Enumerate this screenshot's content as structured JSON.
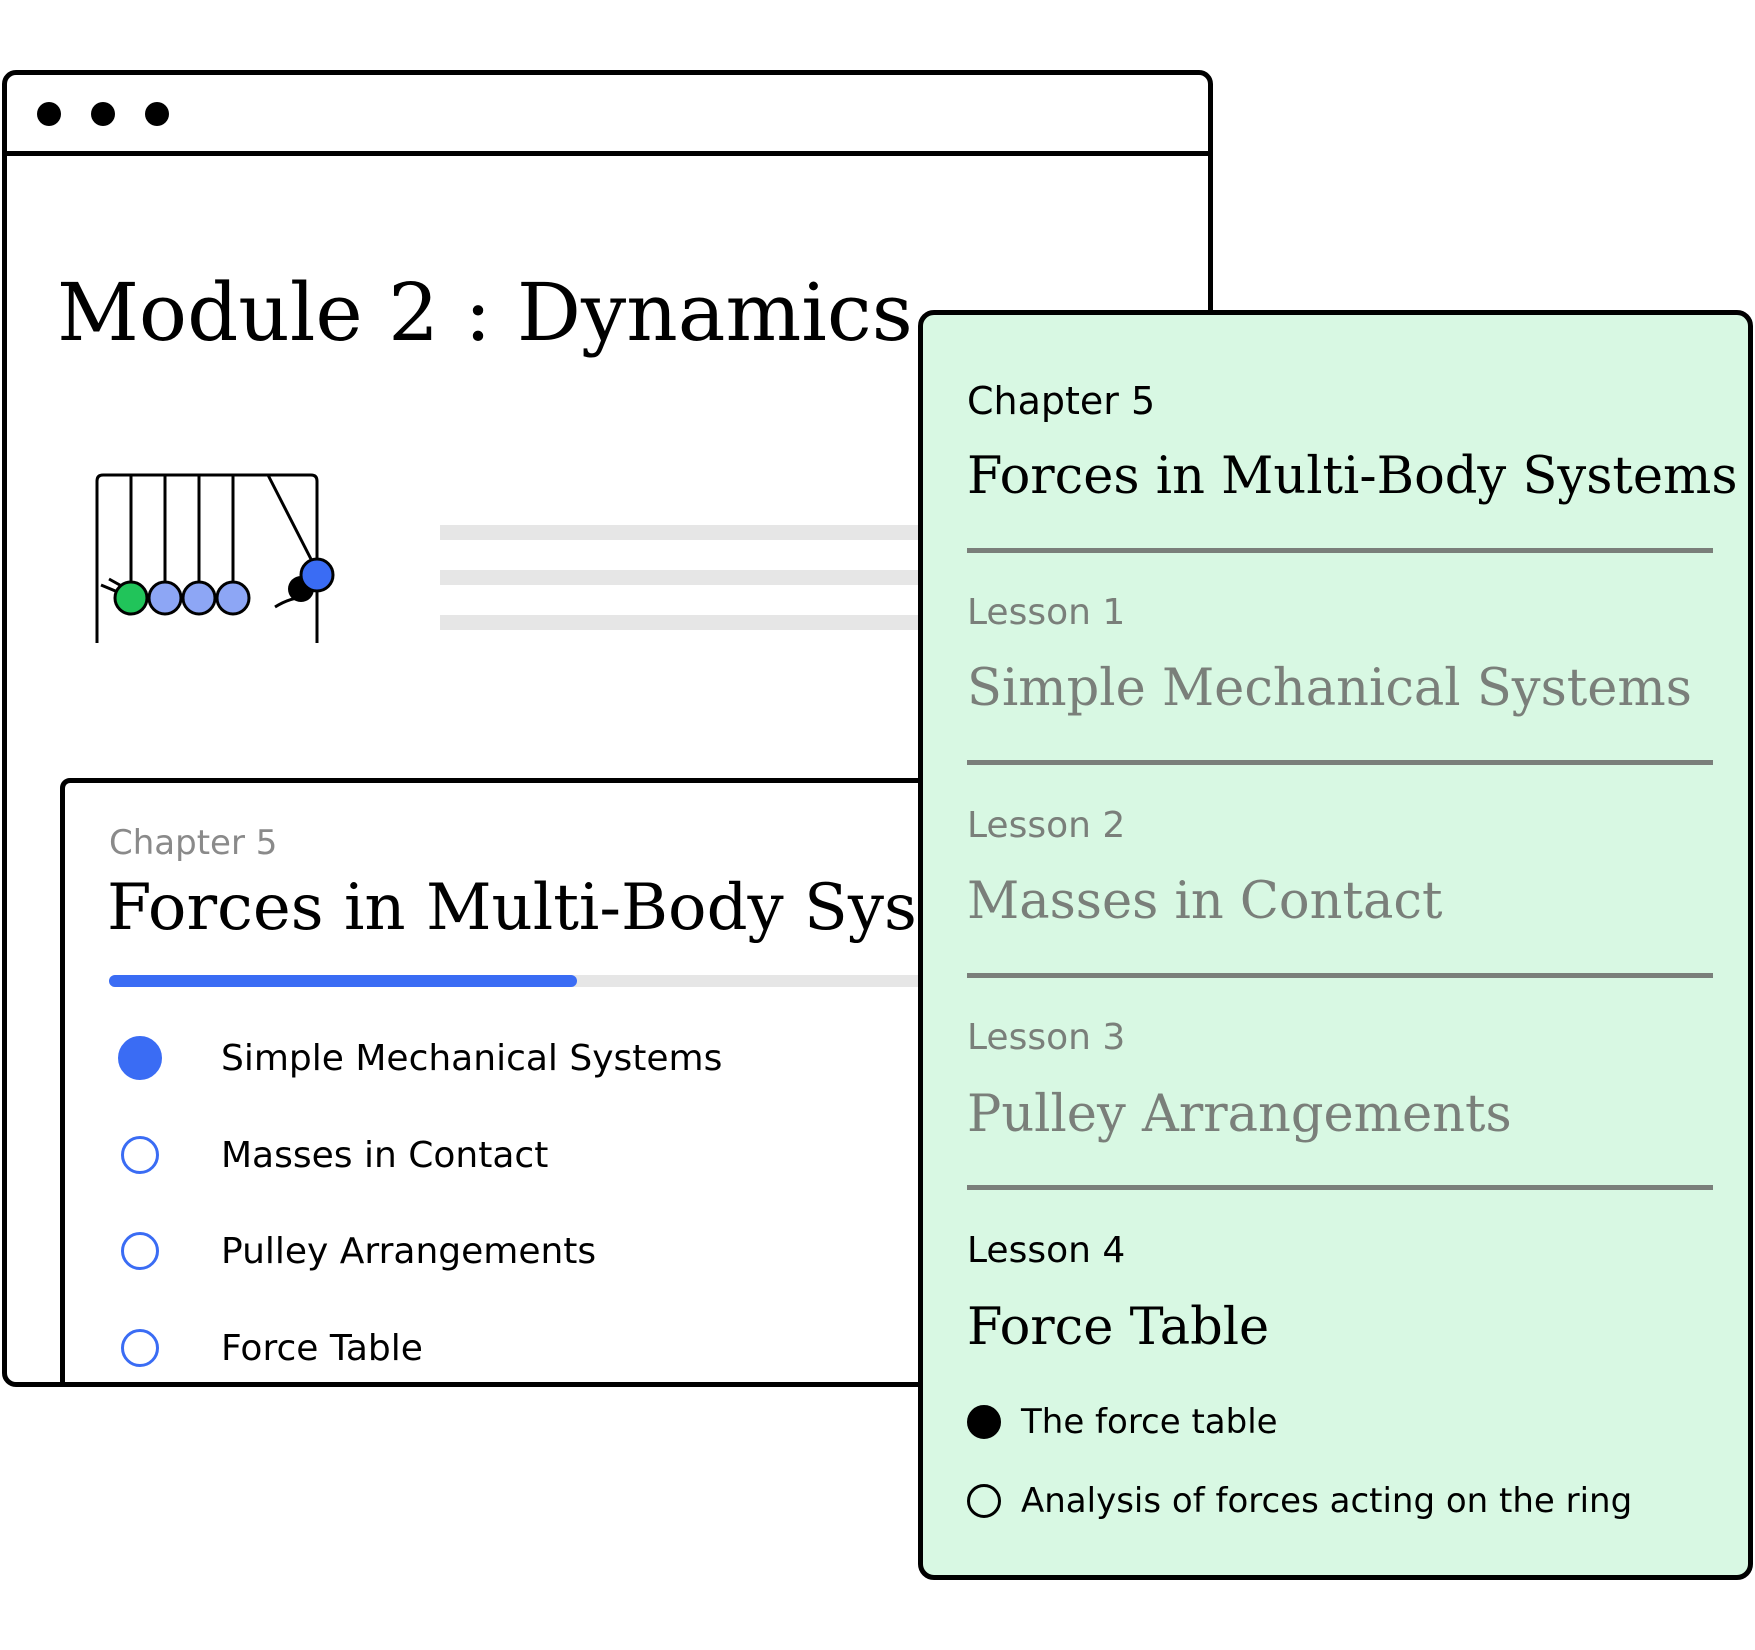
{
  "module": {
    "title": "Module 2 : Dynamics"
  },
  "chapter_card": {
    "kicker": "Chapter 5",
    "title": "Forces in Multi-Body Systems",
    "progress": 0.52,
    "lessons": [
      {
        "label": "Simple Mechanical Systems",
        "status": "complete"
      },
      {
        "label": "Masses in Contact",
        "status": "incomplete"
      },
      {
        "label": "Pulley Arrangements",
        "status": "incomplete"
      },
      {
        "label": "Force Table",
        "status": "incomplete"
      }
    ]
  },
  "chapter_panel": {
    "kicker": "Chapter 5",
    "title": "Forces in Multi-Body Systems",
    "lessons": [
      {
        "kicker": "Lesson 1",
        "title": "Simple Mechanical Systems",
        "state": "inactive"
      },
      {
        "kicker": "Lesson 2",
        "title": "Masses in Contact",
        "state": "inactive"
      },
      {
        "kicker": "Lesson 3",
        "title": "Pulley Arrangements",
        "state": "inactive"
      },
      {
        "kicker": "Lesson 4",
        "title": "Force Table",
        "state": "active"
      }
    ],
    "active_lesson_topics": [
      {
        "label": "The force table",
        "status": "complete"
      },
      {
        "label": "Analysis of forces acting on the ring",
        "status": "incomplete"
      }
    ]
  },
  "illustration": {
    "name": "newtons-cradle-icon",
    "ball_colors": [
      "#21c45a",
      "#8da6f5",
      "#8da6f5",
      "#8da6f5",
      "#3a6cf4"
    ]
  },
  "colors": {
    "accent_blue": "#3a6cf4",
    "panel_background": "#d8f8e3",
    "muted_text": "#7a7f7a",
    "border": "#000000"
  }
}
